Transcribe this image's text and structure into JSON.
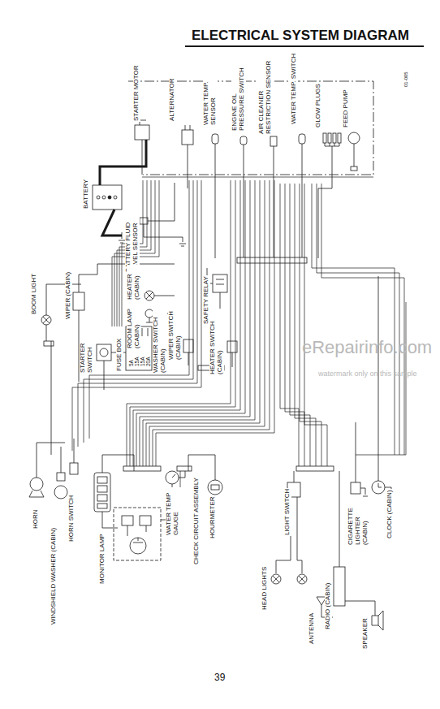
{
  "diagram": {
    "title": "ELECTRICAL SYSTEM DIAGRAM",
    "labels": [
      "01-005",
      "STARTER MOTOR",
      "ALTERNATOR",
      "WATER TEMP. SENSOR",
      "ENGINE OIL PRESSURE SWITCH",
      "AIR CLEANER RESTRICTION SENSOR",
      "WATER TEMP. SWITCH",
      "GLOW PLUGS",
      "FEED PUMP",
      "BATTERY",
      "BATTERY FLUID LEVEL SENSOR",
      "WIPER (CABIN)",
      "BOOM LIGHT",
      "HEATER (CABIN)",
      "ROOM LAMP (CABIN)",
      "SAFETY RELAY",
      "WIPER SWITCH (CABIN)",
      "HEATER SWITCH (CABIN)",
      "STARTER SWITCH",
      "FUSE BOX",
      "5A",
      "15A",
      "15A",
      "20A",
      "WASHER SWITCH (CABIN)",
      "HORN",
      "HORN SWITCH",
      "WINDSHIELD WASHER (CABIN)",
      "MONITOR LAMP",
      "WATER TEMP GAUGE",
      "CHECK CIRCUIT ASSEMBLY",
      "HOURMETER",
      "LIGHT SWITCH",
      "HEAD LIGHTS",
      "ANTENNA",
      "RADIO (CABIN)",
      "CIGARETTE LIGHTER (CABIN)",
      "SPEAKER",
      "CLOCK (CABIN)",
      "eRepairinfo.com",
      "watermark only on this sample",
      "39"
    ]
  }
}
